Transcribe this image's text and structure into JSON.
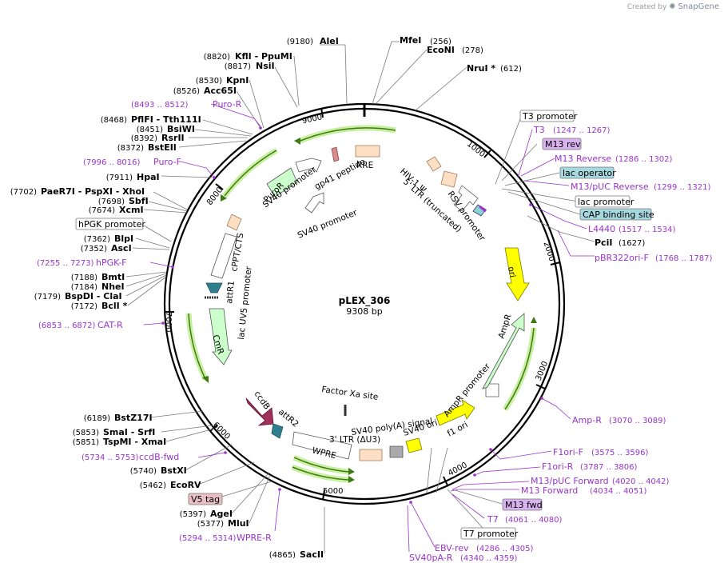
{
  "credit": {
    "prefix": "Created by",
    "brand": "SnapGene"
  },
  "plasmid": {
    "name": "pLEX_306",
    "size_label": "9308 bp"
  },
  "ticks": [
    "1000",
    "2000",
    "3000",
    "4000",
    "5000",
    "6000",
    "7000",
    "8000",
    "9000"
  ],
  "sites": [
    {
      "id": "s1",
      "pos": "(9180)",
      "name": "AleI"
    },
    {
      "id": "s2",
      "pos": "(256)",
      "name": "MfeI"
    },
    {
      "id": "s3",
      "pos": "(278)",
      "name": "EcoNI"
    },
    {
      "id": "s4",
      "pos": "(612)",
      "name": "NruI *"
    },
    {
      "id": "s5",
      "pos": "(8820)",
      "name": "KflI   - PpuMI"
    },
    {
      "id": "s6",
      "pos": "(8817)",
      "name": "NsiI"
    },
    {
      "id": "s7",
      "pos": "(8530)",
      "name": "KpnI"
    },
    {
      "id": "s8",
      "pos": "(8526)",
      "name": "Acc65I"
    },
    {
      "id": "s9",
      "pos": "(8468)",
      "name": "PflFI   - Tth111I"
    },
    {
      "id": "s10",
      "pos": "(8451)",
      "name": "BsiWI"
    },
    {
      "id": "s11",
      "pos": "(8392)",
      "name": "RsrII"
    },
    {
      "id": "s12",
      "pos": "(8372)",
      "name": "BstEII"
    },
    {
      "id": "s13",
      "pos": "(7911)",
      "name": "HpaI"
    },
    {
      "id": "s14",
      "pos": "(7702)",
      "name": "PaeR7I   - PspXI   - XhoI"
    },
    {
      "id": "s15",
      "pos": "(7698)",
      "name": "SbfI"
    },
    {
      "id": "s16",
      "pos": "(7674)",
      "name": "XcmI"
    },
    {
      "id": "s17",
      "pos": "(7362)",
      "name": "BlpI"
    },
    {
      "id": "s18",
      "pos": "(7352)",
      "name": "AscI"
    },
    {
      "id": "s19",
      "pos": "(7188)",
      "name": "BmtI"
    },
    {
      "id": "s20",
      "pos": "(7184)",
      "name": "NheI"
    },
    {
      "id": "s21",
      "pos": "(7179)",
      "name": "BspDI   - ClaI"
    },
    {
      "id": "s22",
      "pos": "(7172)",
      "name": "BclI *"
    },
    {
      "id": "s23",
      "pos": "(6189)",
      "name": "BstZ17I"
    },
    {
      "id": "s24",
      "pos": "(5853)",
      "name": "SmaI   - SrfI"
    },
    {
      "id": "s25",
      "pos": "(5851)",
      "name": "TspMI   - XmaI"
    },
    {
      "id": "s26",
      "pos": "(5740)",
      "name": "BstXI"
    },
    {
      "id": "s27",
      "pos": "(5462)",
      "name": "EcoRV"
    },
    {
      "id": "s28",
      "pos": "(5397)",
      "name": "AgeI"
    },
    {
      "id": "s29",
      "pos": "(5377)",
      "name": "MluI"
    },
    {
      "id": "s30",
      "pos": "(4865)",
      "name": "SacII"
    },
    {
      "id": "s31",
      "pos": "(1627)",
      "name": "PciI"
    }
  ],
  "primers": [
    {
      "id": "p1",
      "range": "(8493 .. 8512)",
      "name": "Puro-R"
    },
    {
      "id": "p2",
      "range": "(7996 .. 8016)",
      "name": "Puro-F"
    },
    {
      "id": "p3",
      "range": "(7255 .. 7273)",
      "name": "hPGK-F"
    },
    {
      "id": "p4",
      "range": "(6853 .. 6872)",
      "name": "CAT-R"
    },
    {
      "id": "p5",
      "range": "(5734 .. 5753)",
      "name": "ccdB-fwd"
    },
    {
      "id": "p6",
      "range": "(5294 .. 5314)",
      "name": "WPRE-R"
    },
    {
      "id": "p7",
      "range": "(1247 .. 1267)",
      "name": "T3"
    },
    {
      "id": "p8",
      "range": "(1286 .. 1302)",
      "name": "M13 Reverse"
    },
    {
      "id": "p9",
      "range": "(1299 .. 1321)",
      "name": "M13/pUC Reverse"
    },
    {
      "id": "p10",
      "range": "(1517 .. 1534)",
      "name": "L4440"
    },
    {
      "id": "p11",
      "range": "(1768 .. 1787)",
      "name": "pBR322ori-F"
    },
    {
      "id": "p12",
      "range": "(3070 .. 3089)",
      "name": "Amp-R"
    },
    {
      "id": "p13",
      "range": "(3575 .. 3596)",
      "name": "F1ori-F"
    },
    {
      "id": "p14",
      "range": "(3787 .. 3806)",
      "name": "F1ori-R"
    },
    {
      "id": "p15",
      "range": "(4020 .. 4042)",
      "name": "M13/pUC Forward"
    },
    {
      "id": "p16",
      "range": "(4034 .. 4051)",
      "name": "M13 Forward"
    },
    {
      "id": "p17",
      "range": "(4061 .. 4080)",
      "name": "T7"
    },
    {
      "id": "p18",
      "range": "(4286 .. 4305)",
      "name": "EBV-rev"
    },
    {
      "id": "p19",
      "range": "(4340 .. 4359)",
      "name": "SV40pA-R"
    }
  ],
  "boxed_labels": [
    {
      "id": "b1",
      "text": "T3 promoter",
      "style": "white"
    },
    {
      "id": "b2",
      "text": "M13 rev",
      "style": "purple"
    },
    {
      "id": "b3",
      "text": "lac operator",
      "style": "teal"
    },
    {
      "id": "b4",
      "text": "lac promoter",
      "style": "white"
    },
    {
      "id": "b5",
      "text": "CAP binding site",
      "style": "teal"
    },
    {
      "id": "b6",
      "text": "hPGK promoter",
      "style": "white"
    },
    {
      "id": "b7",
      "text": "V5 tag",
      "style": "pink"
    },
    {
      "id": "b8",
      "text": "M13 fwd",
      "style": "purple"
    },
    {
      "id": "b9",
      "text": "T7 promoter",
      "style": "white"
    }
  ],
  "features": [
    {
      "id": "f1",
      "label": "RRE"
    },
    {
      "id": "f2",
      "label": "gp41 peptide"
    },
    {
      "id": "f3",
      "label": "SV40 promoter"
    },
    {
      "id": "f4",
      "label": "SV40 promoter"
    },
    {
      "id": "f5",
      "label": "PuroR"
    },
    {
      "id": "f6",
      "label": "HIV-1 Ψ"
    },
    {
      "id": "f7",
      "label": "5' LTR (truncated)"
    },
    {
      "id": "f8",
      "label": "RSV promoter"
    },
    {
      "id": "f9",
      "label": "cPPT/CTS"
    },
    {
      "id": "f10",
      "label": "attR1"
    },
    {
      "id": "f11",
      "label": "lac UV5 promoter"
    },
    {
      "id": "f12",
      "label": "CmR"
    },
    {
      "id": "f13",
      "label": "ori"
    },
    {
      "id": "f14",
      "label": "AmpR"
    },
    {
      "id": "f15",
      "label": "AmpR promoter"
    },
    {
      "id": "f16",
      "label": "f1 ori"
    },
    {
      "id": "f17",
      "label": "SV40 ori"
    },
    {
      "id": "f18",
      "label": "SV40 poly(A) signal"
    },
    {
      "id": "f19",
      "label": "3' LTR (ΔU3)"
    },
    {
      "id": "f20",
      "label": "WPRE"
    },
    {
      "id": "f21",
      "label": "Factor Xa site"
    },
    {
      "id": "f22",
      "label": "ccdB"
    },
    {
      "id": "f23",
      "label": "attR2"
    }
  ]
}
